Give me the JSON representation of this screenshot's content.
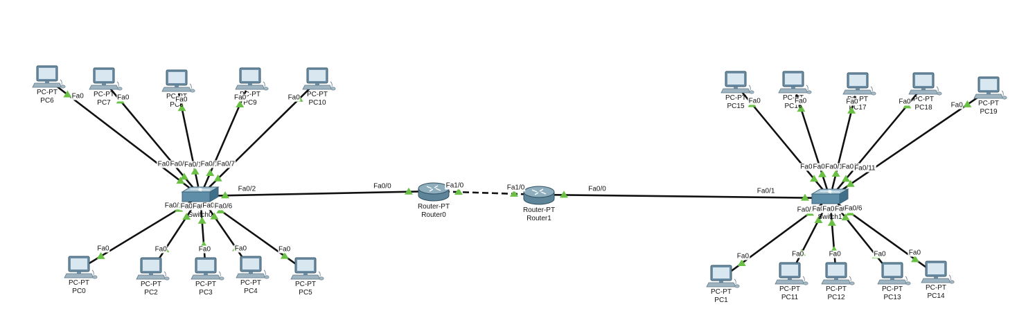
{
  "topology": {
    "switches": [
      {
        "id": "sw-left",
        "model": "2950-24",
        "name": "Switch0"
      },
      {
        "id": "sw-right",
        "model": "2950-24",
        "name": "Switch1"
      }
    ],
    "routers": [
      {
        "id": "r0",
        "model": "Router-PT",
        "name": "Router0"
      },
      {
        "id": "r1",
        "model": "Router-PT",
        "name": "Router1"
      }
    ],
    "pcs": [
      {
        "id": "pc6",
        "model": "PC-PT",
        "name": "PC6"
      },
      {
        "id": "pc7",
        "model": "PC-PT",
        "name": "PC7"
      },
      {
        "id": "pc8",
        "model": "PC-PT",
        "name": "PC8"
      },
      {
        "id": "pc9",
        "model": "PC-PT",
        "name": "PC9"
      },
      {
        "id": "pc10",
        "model": "PC-PT",
        "name": "PC10"
      },
      {
        "id": "pc0",
        "model": "PC-PT",
        "name": "PC0"
      },
      {
        "id": "pc2",
        "model": "PC-PT",
        "name": "PC2"
      },
      {
        "id": "pc3",
        "model": "PC-PT",
        "name": "PC3"
      },
      {
        "id": "pc4",
        "model": "PC-PT",
        "name": "PC4"
      },
      {
        "id": "pc5",
        "model": "PC-PT",
        "name": "PC5"
      },
      {
        "id": "pc15",
        "model": "PC-PT",
        "name": "PC15"
      },
      {
        "id": "pc16",
        "model": "PC-PT",
        "name": "PC16"
      },
      {
        "id": "pc17",
        "model": "PC-PT",
        "name": "PC17"
      },
      {
        "id": "pc18",
        "model": "PC-PT",
        "name": "PC18"
      },
      {
        "id": "pc19",
        "model": "PC-PT",
        "name": "PC19"
      },
      {
        "id": "pc1",
        "model": "PC-PT",
        "name": "PC1"
      },
      {
        "id": "pc11",
        "model": "PC-PT",
        "name": "PC11"
      },
      {
        "id": "pc12",
        "model": "PC-PT",
        "name": "PC12"
      },
      {
        "id": "pc13",
        "model": "PC-PT",
        "name": "PC13"
      },
      {
        "id": "pc14",
        "model": "PC-PT",
        "name": "PC14"
      }
    ],
    "links": [
      {
        "a": "pc6",
        "a_port": "Fa0",
        "b": "sw-left",
        "b_port": "Fa0/8"
      },
      {
        "a": "pc7",
        "a_port": "Fa0",
        "b": "sw-left",
        "b_port": "Fa0/9"
      },
      {
        "a": "pc8",
        "a_port": "Fa0",
        "b": "sw-left",
        "b_port": "Fa0/10"
      },
      {
        "a": "pc9",
        "a_port": "Fa0",
        "b": "sw-left",
        "b_port": "Fa0/11"
      },
      {
        "a": "pc10",
        "a_port": "Fa0",
        "b": "sw-left",
        "b_port": "Fa0/7"
      },
      {
        "a": "pc0",
        "a_port": "Fa0",
        "b": "sw-left",
        "b_port": "Fa0/1"
      },
      {
        "a": "pc2",
        "a_port": "Fa0",
        "b": "sw-left",
        "b_port": "Fa0/3"
      },
      {
        "a": "pc3",
        "a_port": "Fa0",
        "b": "sw-left",
        "b_port": "Fa0/4"
      },
      {
        "a": "pc4",
        "a_port": "Fa0",
        "b": "sw-left",
        "b_port": "Fa0/5"
      },
      {
        "a": "pc5",
        "a_port": "Fa0",
        "b": "sw-left",
        "b_port": "Fa0/6"
      },
      {
        "a": "sw-left",
        "a_port": "Fa0/2",
        "b": "r0",
        "b_port": "Fa0/0"
      },
      {
        "a": "r0",
        "a_port": "Fa1/0",
        "b": "r1",
        "b_port": "Fa1/0",
        "style": "dashed"
      },
      {
        "a": "r1",
        "a_port": "Fa0/0",
        "b": "sw-right",
        "b_port": "Fa0/1"
      },
      {
        "a": "pc15",
        "a_port": "Fa0",
        "b": "sw-right",
        "b_port": "Fa0/7"
      },
      {
        "a": "pc16",
        "a_port": "Fa0",
        "b": "sw-right",
        "b_port": "Fa0/8"
      },
      {
        "a": "pc17",
        "a_port": "Fa0",
        "b": "sw-right",
        "b_port": "Fa0/10"
      },
      {
        "a": "pc18",
        "a_port": "Fa0",
        "b": "sw-right",
        "b_port": "Fa0/9"
      },
      {
        "a": "pc19",
        "a_port": "Fa0",
        "b": "sw-right",
        "b_port": "Fa0/11"
      },
      {
        "a": "pc1",
        "a_port": "Fa0",
        "b": "sw-right",
        "b_port": "Fa0/2"
      },
      {
        "a": "pc11",
        "a_port": "Fa0",
        "b": "sw-right",
        "b_port": "Fa0/3"
      },
      {
        "a": "pc12",
        "a_port": "Fa0",
        "b": "sw-right",
        "b_port": "Fa0/4"
      },
      {
        "a": "pc13",
        "a_port": "Fa0",
        "b": "sw-right",
        "b_port": "Fa0/5"
      },
      {
        "a": "pc14",
        "a_port": "Fa0",
        "b": "sw-right",
        "b_port": "Fa0/6"
      }
    ]
  },
  "colors": {
    "background": "#ffffff",
    "cable": "#111111",
    "link_up": "#6abf45",
    "device_body": "#5f8ea8",
    "monitor_frame": "#6c8da3",
    "monitor_screen": "#d9e7f0",
    "router_body": "#8faebd"
  }
}
